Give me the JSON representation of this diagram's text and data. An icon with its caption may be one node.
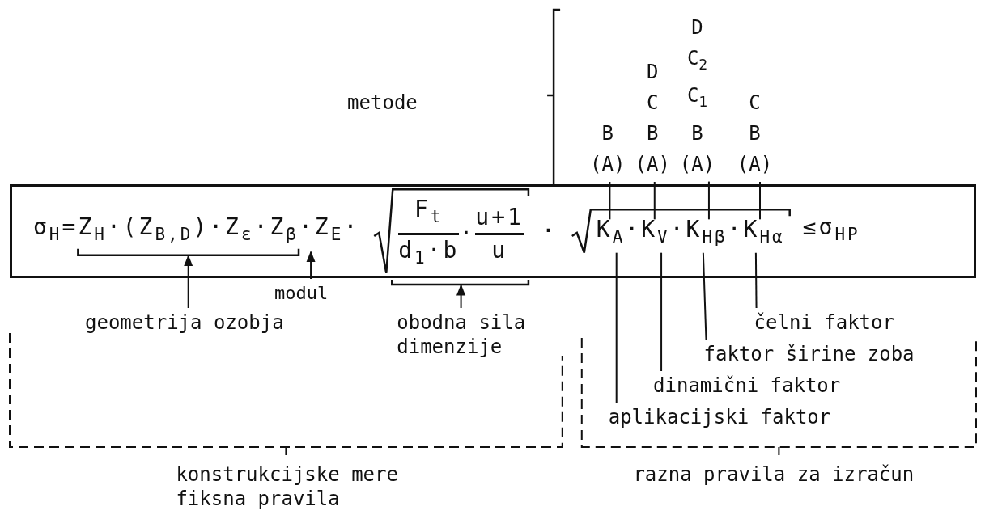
{
  "diagram": {
    "nodes": [
      {
        "text": [
          "B (A)"
        ]
      },
      {
        "text": [
          "D C B (A)"
        ]
      },
      {
        "text": [
          "D C$_{2}$ C$_{1}$ B (A)"
        ]
      },
      {
        "text": [
          "C B (A)"
        ]
      },
      {
        "text": [
          "σ$_{H}$=",
          "Z$_{H}$·(Z$_{B,D}$)·Z$_{ε}$·Z$_{β}$",
          "·Z$_{E}$·",
          "F$_{t}$",
          "d$_{1}$·b",
          "·",
          "u+1",
          "u",
          "·",
          "K$_{A}$·",
          "K$_{V}$·",
          "K$_{Hβ}$·",
          "K$_{Hα}$",
          "≤σ$_{HP}$"
        ]
      },
      {
        "text": [
          "geometrija ozobja"
        ]
      },
      {
        "text": [
          "modul"
        ]
      },
      {
        "text": [
          "obodna sila dimenzije"
        ]
      },
      {
        "text": [
          "čelni faktor"
        ]
      },
      {
        "text": [
          "faktor širine zoba"
        ]
      },
      {
        "text": [
          "dinamični faktor"
        ]
      },
      {
        "text": [
          "aplikacijski faktor"
        ]
      }
    ],
    "edges": [
      {
        "from": 5,
        "to": 4,
        "arrow": "to"
      },
      {
        "from": 6,
        "to": 4,
        "arrow": "to"
      },
      {
        "from": 7,
        "to": 4,
        "arrow": "to"
      },
      {
        "from": 11,
        "to": 4,
        "arrow": "none"
      },
      {
        "from": 10,
        "to": 4,
        "arrow": "none"
      },
      {
        "from": 9,
        "to": 4,
        "arrow": "none"
      },
      {
        "from": 8,
        "to": 4,
        "arrow": "none"
      },
      {
        "from": 0,
        "to": 4,
        "arrow": "none"
      },
      {
        "from": 1,
        "to": 4,
        "arrow": "none"
      },
      {
        "from": 2,
        "to": 4,
        "arrow": "none"
      },
      {
        "from": 3,
        "to": 4,
        "arrow": "none"
      }
    ],
    "labels": [
      "metode",
      "konstrukcijske mere fiksna pravila",
      "razna pravila za izračun"
    ]
  }
}
